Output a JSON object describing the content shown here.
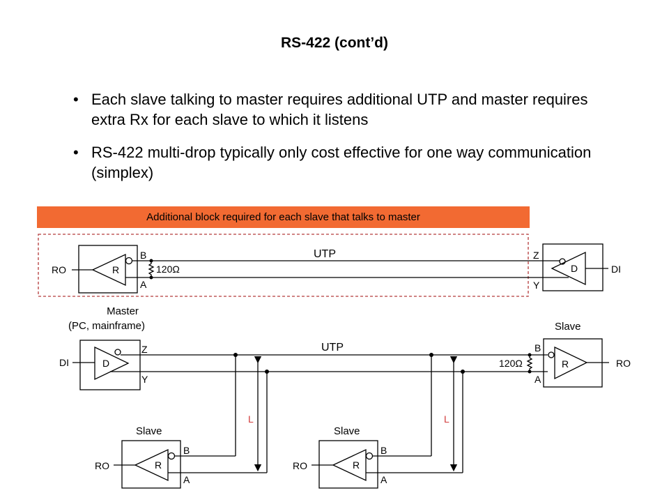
{
  "slide": {
    "title": "RS-422 (cont’d)",
    "bullets": [
      "Each slave talking to master requires additional UTP and master requires extra Rx for each slave to which it listens",
      "RS-422 multi-drop typically only cost effective for one way communication (simplex)"
    ],
    "bullet_glyph": "•"
  },
  "diagram": {
    "banner_text": "Additional block required for each slave that talks to master",
    "banner_color": "#f26a32",
    "dashed_border_color": "#b33a3a",
    "length_label_color": "#d23a3a",
    "extra_block": {
      "receiver_label": "R",
      "ro_label": "RO",
      "pin_b": "B",
      "pin_a": "A",
      "termination": "120Ω",
      "cable_label": "UTP",
      "driver_label": "D",
      "pin_z": "Z",
      "pin_y": "Y",
      "di_label": "DI"
    },
    "master": {
      "title_line1": "Master",
      "title_line2": "(PC, mainframe)",
      "driver_label": "D",
      "di_label": "DI",
      "pin_z": "Z",
      "pin_y": "Y"
    },
    "main_cable_label": "UTP",
    "far_slave": {
      "title": "Slave",
      "receiver_label": "R",
      "ro_label": "RO",
      "pin_b": "B",
      "pin_a": "A",
      "termination": "120Ω"
    },
    "slaves": [
      {
        "title": "Slave",
        "receiver_label": "R",
        "ro_label": "RO",
        "pin_b": "B",
        "pin_a": "A",
        "stub_label": "L"
      },
      {
        "title": "Slave",
        "receiver_label": "R",
        "ro_label": "RO",
        "pin_b": "B",
        "pin_a": "A",
        "stub_label": "L"
      }
    ]
  }
}
